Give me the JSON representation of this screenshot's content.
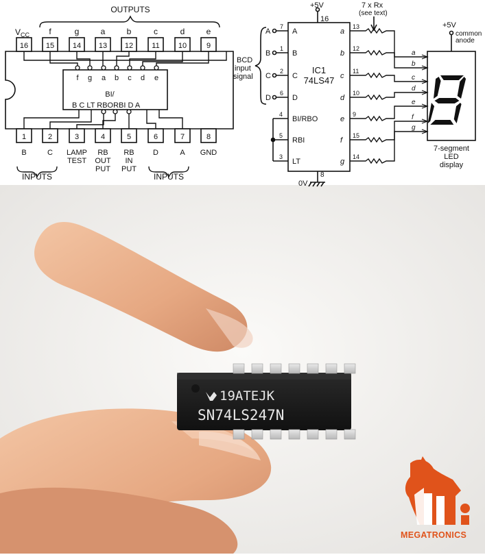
{
  "pinout": {
    "outputs_title": "OUTPUTS",
    "inputs_left": "INPUTS",
    "inputs_right": "INPUTS",
    "vcc": "V",
    "vcc_sub": "CC",
    "top_pins": [
      {
        "num": "16",
        "label": ""
      },
      {
        "num": "15",
        "label": "f"
      },
      {
        "num": "14",
        "label": "g"
      },
      {
        "num": "13",
        "label": "a"
      },
      {
        "num": "12",
        "label": "b"
      },
      {
        "num": "11",
        "label": "c"
      },
      {
        "num": "10",
        "label": "d"
      },
      {
        "num": "9",
        "label": "e"
      }
    ],
    "bottom_pins": [
      {
        "num": "1",
        "label": [
          "B"
        ]
      },
      {
        "num": "2",
        "label": [
          "C"
        ]
      },
      {
        "num": "3",
        "label": [
          "LAMP",
          "TEST"
        ]
      },
      {
        "num": "4",
        "label": [
          "RB",
          "OUT",
          "PUT"
        ]
      },
      {
        "num": "5",
        "label": [
          "RB",
          "IN",
          "PUT"
        ]
      },
      {
        "num": "6",
        "label": [
          "D"
        ]
      },
      {
        "num": "7",
        "label": [
          "A"
        ]
      },
      {
        "num": "8",
        "label": [
          "GND"
        ]
      }
    ],
    "inner_top": [
      "f",
      "g",
      "a",
      "b",
      "c",
      "d",
      "e"
    ],
    "inner_bi": "BI/",
    "inner_bottom": "B   C   LT RBORBI  D    A"
  },
  "circuit": {
    "plus5v_ic": "+5V",
    "pin16": "16",
    "rx_label_1": "7 x Rx",
    "rx_label_2": "(see text)",
    "plus5v_led": "+5V",
    "common_1": "common",
    "common_2": "anode",
    "bcd_1": "BCD",
    "bcd_2": "input",
    "bcd_3": "signal",
    "ic_name_1": "IC1",
    "ic_name_2": "74LS47",
    "inputs": [
      {
        "ext": "A",
        "pin": "7",
        "inner": "A"
      },
      {
        "ext": "B",
        "pin": "1",
        "inner": "B"
      },
      {
        "ext": "C",
        "pin": "2",
        "inner": "C"
      },
      {
        "ext": "D",
        "pin": "6",
        "inner": "D"
      }
    ],
    "ctrl": [
      {
        "pin": "4",
        "inner": "BI/RBO"
      },
      {
        "pin": "5",
        "inner": "RBI"
      },
      {
        "pin": "3",
        "inner": "LT"
      }
    ],
    "outputs": [
      {
        "inner": "a",
        "pin": "13",
        "seg": "a"
      },
      {
        "inner": "b",
        "pin": "12",
        "seg": "b"
      },
      {
        "inner": "c",
        "pin": "11",
        "seg": "c"
      },
      {
        "inner": "d",
        "pin": "10",
        "seg": "d"
      },
      {
        "inner": "e",
        "pin": "9",
        "seg": "e"
      },
      {
        "inner": "f",
        "pin": "15",
        "seg": "f"
      },
      {
        "inner": "g",
        "pin": "14",
        "seg": "g"
      }
    ],
    "pin8": "8",
    "zero_v": "0V",
    "display_1": "7-segment",
    "display_2": "LED",
    "display_3": "display"
  },
  "photo": {
    "chip_line1": "19ATEJK",
    "chip_line2": "SN74LS247N"
  },
  "logo": {
    "text": "MEGATRONICS",
    "mark": "Mi"
  },
  "colors": {
    "photo_bg": "#f2f1ef",
    "skin": "#e9b08e",
    "chip_body": "#1b1b1b",
    "logo_orange": "#e0531b"
  }
}
